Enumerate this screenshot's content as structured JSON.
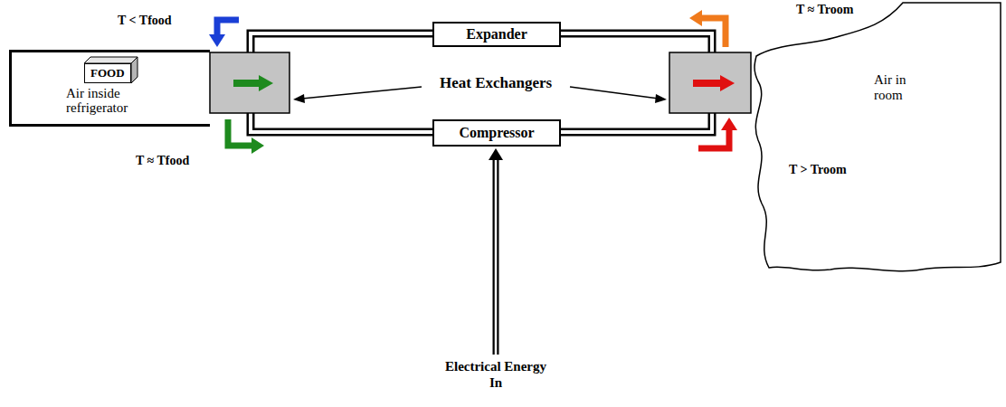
{
  "diagram": {
    "nodes": [
      {
        "text": [
          "Expander"
        ]
      },
      {
        "text": [
          "Air inside refrigerator"
        ]
      },
      {
        "text": [
          "FOOD"
        ],
        "in": 1
      },
      {
        "text": [
          "Air in room"
        ]
      },
      {
        "text": [
          "Compressor"
        ]
      }
    ],
    "labels": [
      "T < Tfood",
      "T ≈ Troom",
      "Heat Exchangers",
      "T ≈ Tfood",
      "T > Troom",
      "Electrical Energy In"
    ]
  }
}
